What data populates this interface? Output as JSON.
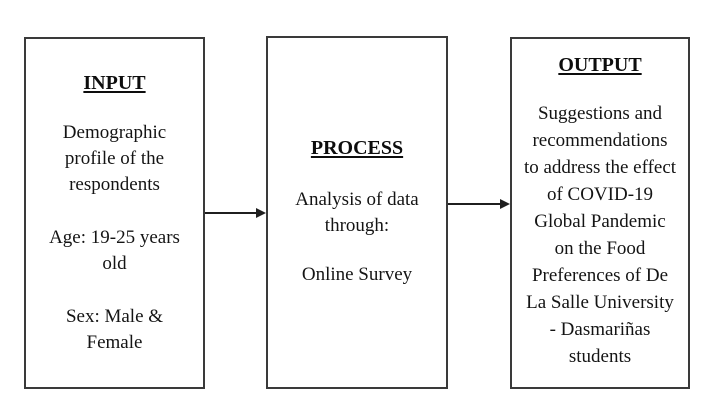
{
  "colors": {
    "background": "#ffffff",
    "box_border": "#3a3a3a",
    "text": "#141414",
    "arrow": "#1f1f1f"
  },
  "boxes": {
    "input": {
      "title": "INPUT",
      "paragraphs": [
        [
          "Demographic",
          "profile of the",
          "respondents"
        ],
        [
          "Age: 19-25 years",
          "old"
        ],
        [
          "Sex: Male &",
          "Female"
        ]
      ]
    },
    "process": {
      "title": "PROCESS",
      "paragraphs": [
        [
          "Analysis of data",
          "through:"
        ],
        [
          "Online Survey"
        ]
      ]
    },
    "output": {
      "title": "OUTPUT",
      "paragraphs": [
        [
          "Suggestions and",
          "recommendations",
          "to address the effect",
          "of COVID-19",
          "Global Pandemic",
          "on the Food",
          "Preferences of De",
          "La Salle University",
          "- Dasmariñas",
          "students"
        ]
      ]
    }
  },
  "arrows": [
    {
      "name": "input-to-process"
    },
    {
      "name": "process-to-output"
    }
  ]
}
